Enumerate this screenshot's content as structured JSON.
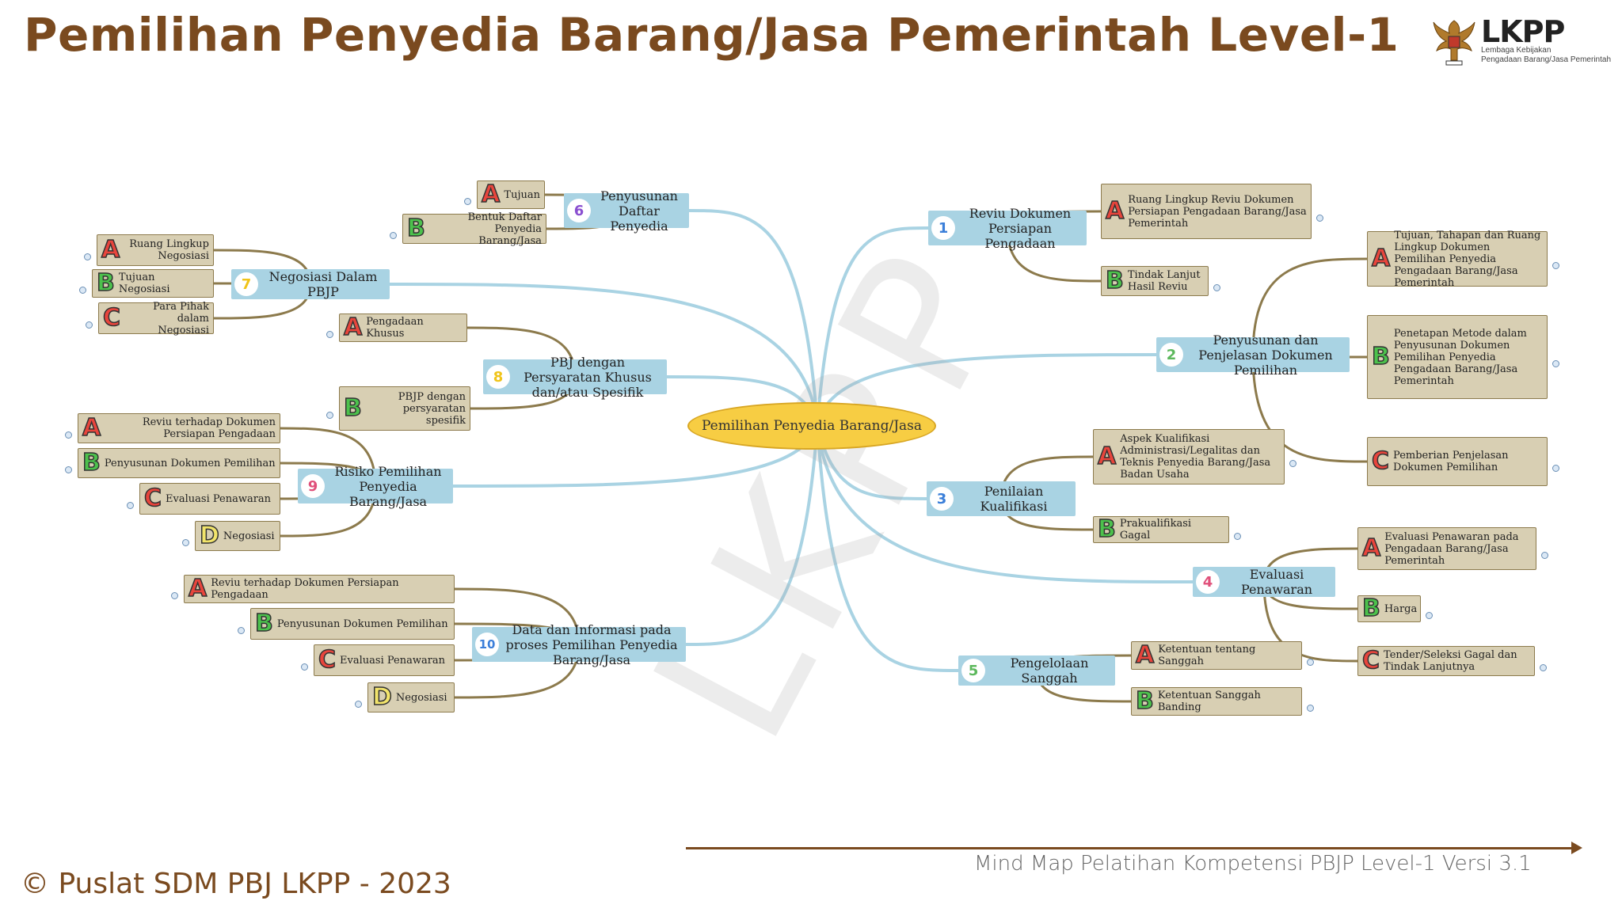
{
  "title": "Pemilihan Penyedia Barang/Jasa Pemerintah Level-1",
  "logo": {
    "brand": "LKPP",
    "line1": "Lembaga Kebijakan",
    "line2": "Pengadaan Barang/Jasa Pemerintah"
  },
  "watermark": "LKPP",
  "central": "Pemilihan Penyedia Barang/Jasa",
  "letter_colors": {
    "A": "#e8453c",
    "B": "#4cc14c",
    "C": "#e8453c",
    "D": "#f2e46b"
  },
  "branches": [
    {
      "num": "1",
      "num_color": "#3b7fd9",
      "label": "Reviu Dokumen Persiapan Pengadaan",
      "children": [
        {
          "letter": "A",
          "label": "Ruang Lingkup Reviu Dokumen Persiapan Pengadaan Barang/Jasa Pemerintah"
        },
        {
          "letter": "B",
          "label": "Tindak Lanjut Hasil Reviu"
        }
      ]
    },
    {
      "num": "2",
      "num_color": "#5cb85c",
      "label": "Penyusunan dan Penjelasan Dokumen Pemilihan",
      "children": [
        {
          "letter": "A",
          "label": "Tujuan, Tahapan dan Ruang Lingkup Dokumen Pemilihan Penyedia Pengadaan Barang/Jasa Pemerintah"
        },
        {
          "letter": "B",
          "label": "Penetapan Metode dalam Penyusunan Dokumen Pemilihan Penyedia Pengadaan Barang/Jasa Pemerintah"
        },
        {
          "letter": "C",
          "label": "Pemberian Penjelasan Dokumen Pemilihan"
        }
      ]
    },
    {
      "num": "3",
      "num_color": "#3b7fd9",
      "label": "Penilaian Kualifikasi",
      "children": [
        {
          "letter": "A",
          "label": "Aspek Kualifikasi Administrasi/Legalitas dan Teknis Penyedia Barang/Jasa Badan Usaha"
        },
        {
          "letter": "B",
          "label": "Prakualifikasi Gagal"
        }
      ]
    },
    {
      "num": "4",
      "num_color": "#e0507a",
      "label": "Evaluasi Penawaran",
      "children": [
        {
          "letter": "A",
          "label": "Evaluasi Penawaran pada Pengadaan Barang/Jasa Pemerintah"
        },
        {
          "letter": "B",
          "label": "Harga"
        },
        {
          "letter": "C",
          "label": "Tender/Seleksi Gagal dan Tindak Lanjutnya"
        }
      ]
    },
    {
      "num": "5",
      "num_color": "#5cb85c",
      "label": "Pengelolaan Sanggah",
      "children": [
        {
          "letter": "A",
          "label": "Ketentuan tentang Sanggah"
        },
        {
          "letter": "B",
          "label": "Ketentuan Sanggah Banding"
        }
      ]
    },
    {
      "num": "6",
      "num_color": "#8a4fd0",
      "label": "Penyusunan Daftar Penyedia",
      "children": [
        {
          "letter": "A",
          "label": "Tujuan"
        },
        {
          "letter": "B",
          "label": "Bentuk Daftar Penyedia Barang/Jasa"
        }
      ]
    },
    {
      "num": "7",
      "num_color": "#f0c419",
      "label": "Negosiasi Dalam PBJP",
      "children": [
        {
          "letter": "A",
          "label": "Ruang Lingkup Negosiasi"
        },
        {
          "letter": "B",
          "label": "Tujuan Negosiasi"
        },
        {
          "letter": "C",
          "label": "Para Pihak dalam Negosiasi"
        }
      ]
    },
    {
      "num": "8",
      "num_color": "#f0c419",
      "label": "PBJ dengan Persyaratan Khusus dan/atau Spesifik",
      "children": [
        {
          "letter": "A",
          "label": "Pengadaan Khusus"
        },
        {
          "letter": "B",
          "label": "PBJP dengan persyaratan spesifik"
        }
      ]
    },
    {
      "num": "9",
      "num_color": "#e0507a",
      "label": "Risiko Pemilihan Penyedia Barang/Jasa",
      "children": [
        {
          "letter": "A",
          "label": "Reviu terhadap Dokumen Persiapan Pengadaan"
        },
        {
          "letter": "B",
          "label": "Penyusunan Dokumen Pemilihan"
        },
        {
          "letter": "C",
          "label": "Evaluasi Penawaran"
        },
        {
          "letter": "D",
          "label": "Negosiasi"
        }
      ]
    },
    {
      "num": "10",
      "num_color": "#3b7fd9",
      "label": "Data dan Informasi pada proses Pemilihan Penyedia Barang/Jasa",
      "children": [
        {
          "letter": "A",
          "label": "Reviu terhadap Dokumen Persiapan Pengadaan"
        },
        {
          "letter": "B",
          "label": "Penyusunan Dokumen Pemilihan"
        },
        {
          "letter": "C",
          "label": "Evaluasi Penawaran"
        },
        {
          "letter": "D",
          "label": "Negosiasi"
        }
      ]
    }
  ],
  "footer": {
    "caption": "Mind Map Pelatihan Kompetensi PBJP Level-1 Versi 3.1",
    "copyright": "© Puslat SDM PBJ LKPP - 2023"
  }
}
